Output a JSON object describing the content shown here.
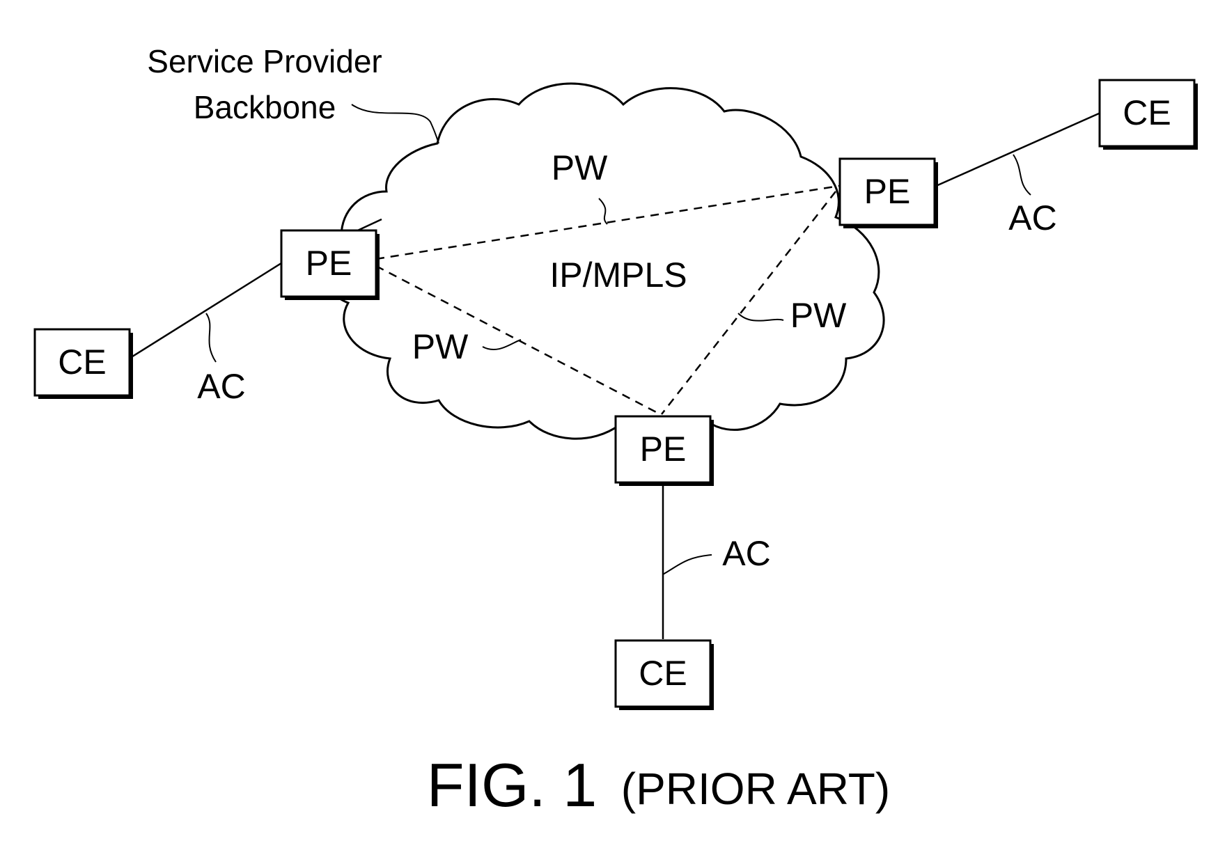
{
  "backbone": {
    "label_line1": "Service Provider",
    "label_line2": "Backbone",
    "core_label": "IP/MPLS"
  },
  "nodes": {
    "pe_left": "PE",
    "pe_right": "PE",
    "pe_bottom": "PE",
    "ce_left": "CE",
    "ce_right": "CE",
    "ce_bottom": "CE"
  },
  "links": {
    "pw_top": "PW",
    "pw_right": "PW",
    "pw_left": "PW",
    "ac_left": "AC",
    "ac_right": "AC",
    "ac_bottom": "AC"
  },
  "caption": {
    "figure": "FIG. 1",
    "note": "(PRIOR ART)"
  },
  "colors": {
    "ink": "#000000",
    "background": "#ffffff"
  }
}
